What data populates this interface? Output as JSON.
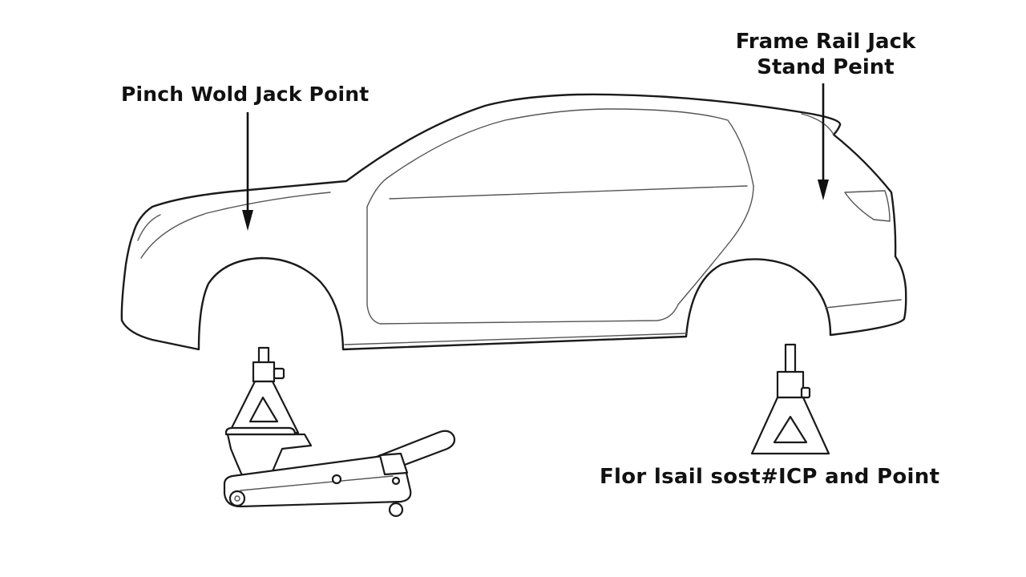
{
  "labels": {
    "pinch_weld": "Pinch Wold Jack Point",
    "frame_rail_line1": "Frame Rail Jack",
    "frame_rail_line2": "Stand Peint",
    "floor": "Flor lsail sost#ICP and Point"
  },
  "colors": {
    "ink": "#1a1a1a",
    "background": "#ffffff"
  }
}
